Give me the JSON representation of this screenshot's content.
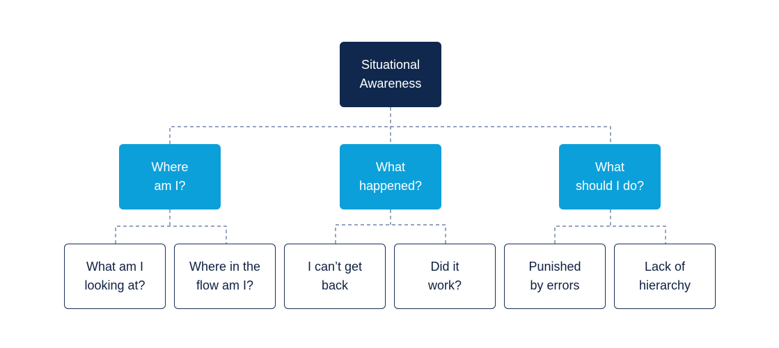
{
  "colors": {
    "root_fill": "#10284d",
    "mid_fill": "#0ca0da",
    "leaf_border": "#1b2e54",
    "connector": "#5a6a9a"
  },
  "root": {
    "label": "Situational\nAwareness"
  },
  "branches": [
    {
      "label": "Where\nam I?",
      "children": [
        {
          "label": "What am I\nlooking at?"
        },
        {
          "label": "Where in the\nflow am I?"
        }
      ]
    },
    {
      "label": "What\nhappened?",
      "children": [
        {
          "label": "I can’t get\nback"
        },
        {
          "label": "Did it\nwork?"
        }
      ]
    },
    {
      "label": "What\nshould I do?",
      "children": [
        {
          "label": "Punished\nby errors"
        },
        {
          "label": "Lack of\nhierarchy"
        }
      ]
    }
  ]
}
